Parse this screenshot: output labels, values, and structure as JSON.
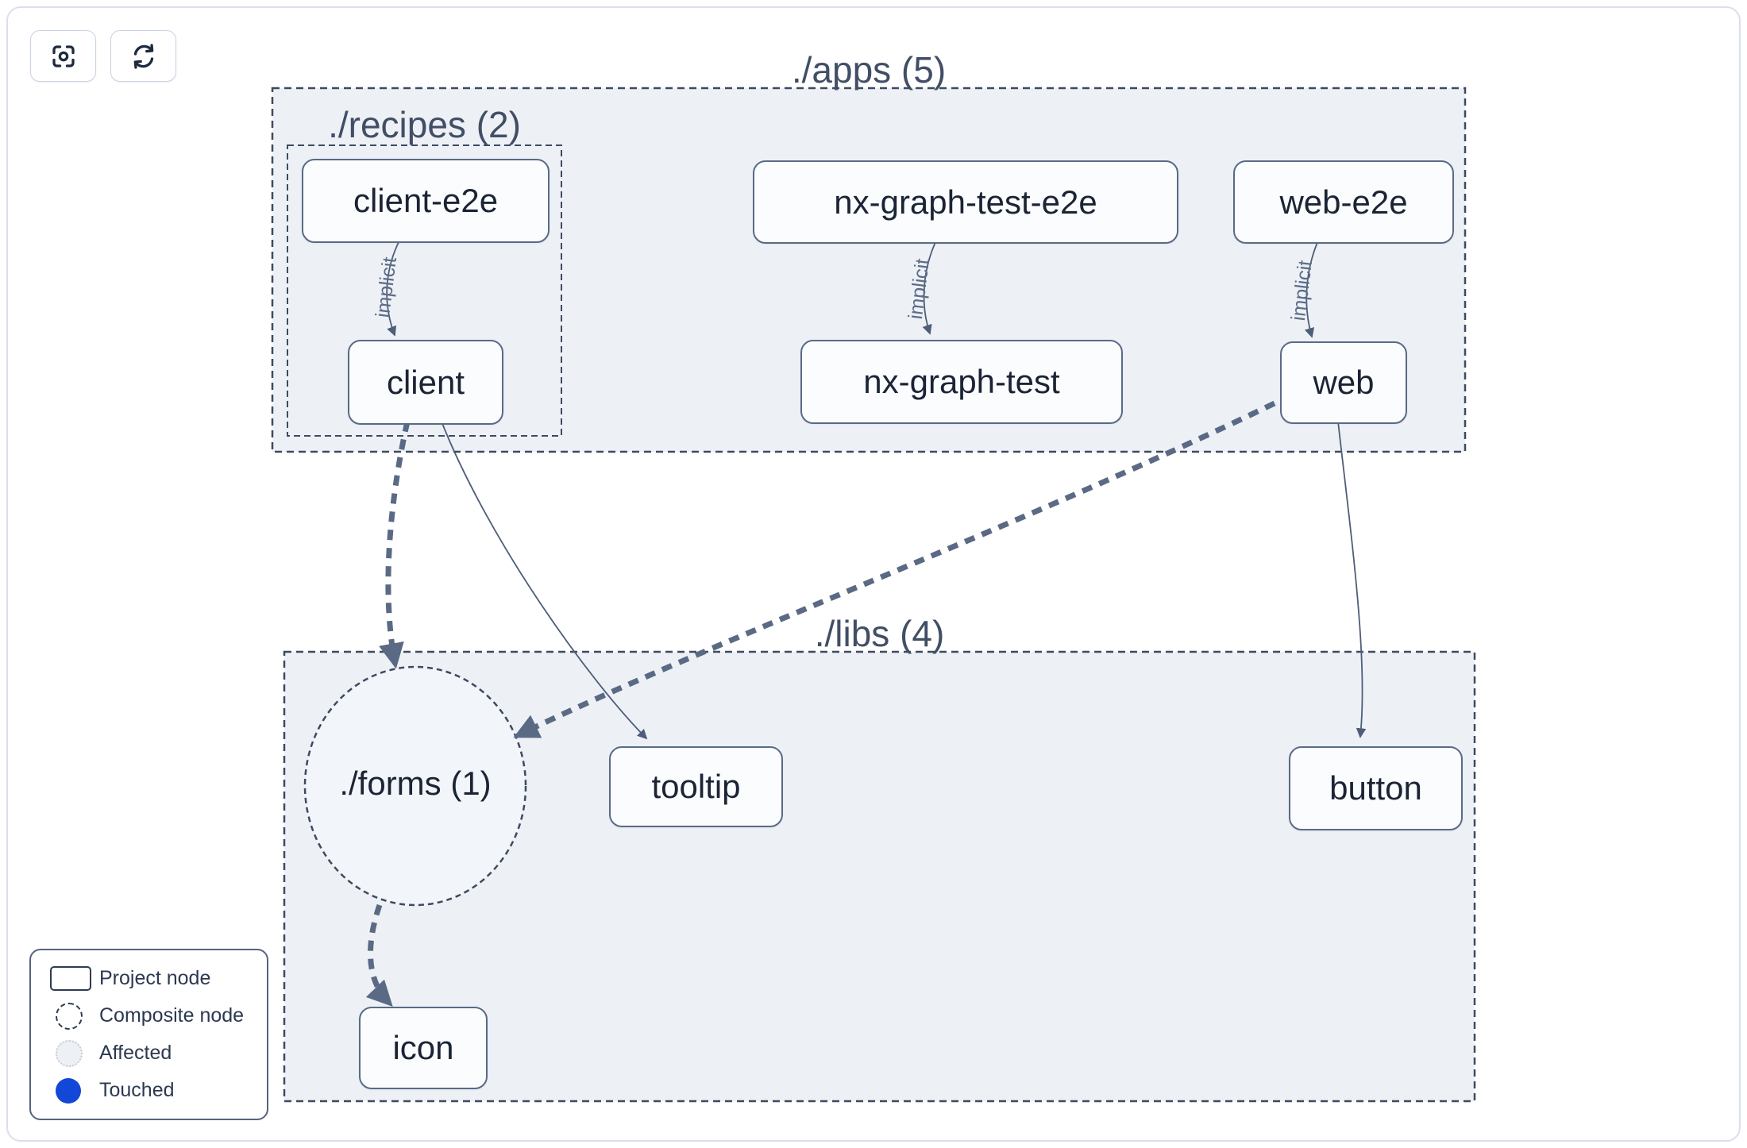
{
  "toolbar": {
    "buttons": [
      {
        "id": "focus",
        "icon": "focus-icon"
      },
      {
        "id": "refresh",
        "icon": "refresh-icon"
      }
    ]
  },
  "graph": {
    "clusters": {
      "apps": {
        "label": "./apps (5)"
      },
      "recipes": {
        "label": "./recipes (2)"
      },
      "libs": {
        "label": "./libs (4)"
      }
    },
    "composite_nodes": {
      "forms": {
        "label": "./forms (1)"
      }
    },
    "nodes": {
      "client_e2e": {
        "label": "client-e2e"
      },
      "client": {
        "label": "client"
      },
      "nx_graph_test_e2e": {
        "label": "nx-graph-test-e2e"
      },
      "nx_graph_test": {
        "label": "nx-graph-test"
      },
      "web_e2e": {
        "label": "web-e2e"
      },
      "web": {
        "label": "web"
      },
      "tooltip": {
        "label": "tooltip"
      },
      "button": {
        "label": "button"
      },
      "icon": {
        "label": "icon"
      }
    },
    "edges": [
      {
        "source": "client-e2e",
        "target": "client",
        "label": "implicit",
        "style": "solid-thin"
      },
      {
        "source": "nx-graph-test-e2e",
        "target": "nx-graph-test",
        "label": "implicit",
        "style": "solid-thin"
      },
      {
        "source": "web-e2e",
        "target": "web",
        "label": "implicit",
        "style": "solid-thin"
      },
      {
        "source": "client",
        "target": "./forms (1)",
        "label": "",
        "style": "dashed-thick"
      },
      {
        "source": "client",
        "target": "tooltip",
        "label": "",
        "style": "solid-thin"
      },
      {
        "source": "web",
        "target": "./forms (1)",
        "label": "",
        "style": "dashed-thick"
      },
      {
        "source": "web",
        "target": "button",
        "label": "",
        "style": "solid-thin"
      },
      {
        "source": "./forms (1)",
        "target": "icon",
        "label": "",
        "style": "dashed-thick"
      }
    ]
  },
  "legend": {
    "items": [
      {
        "swatch": "project-node-swatch",
        "label": "Project node"
      },
      {
        "swatch": "composite-node-swatch",
        "label": "Composite node"
      },
      {
        "swatch": "affected-swatch",
        "label": "Affected"
      },
      {
        "swatch": "touched-swatch",
        "label": "Touched"
      }
    ]
  },
  "colors": {
    "cluster_fill": "#edf1f6",
    "composite_fill": "#f2f5f9",
    "node_fill": "#fbfcfe",
    "node_border": "#5a6a85",
    "node_text": "#1b2435",
    "cluster_border": "#3e4a5f",
    "cluster_label_text": "#414e66",
    "edge_thick": "#5b6a84",
    "edge_thin": "#4e5d78",
    "touched_blue": "#1347d8",
    "card_border": "#d9dfee"
  }
}
